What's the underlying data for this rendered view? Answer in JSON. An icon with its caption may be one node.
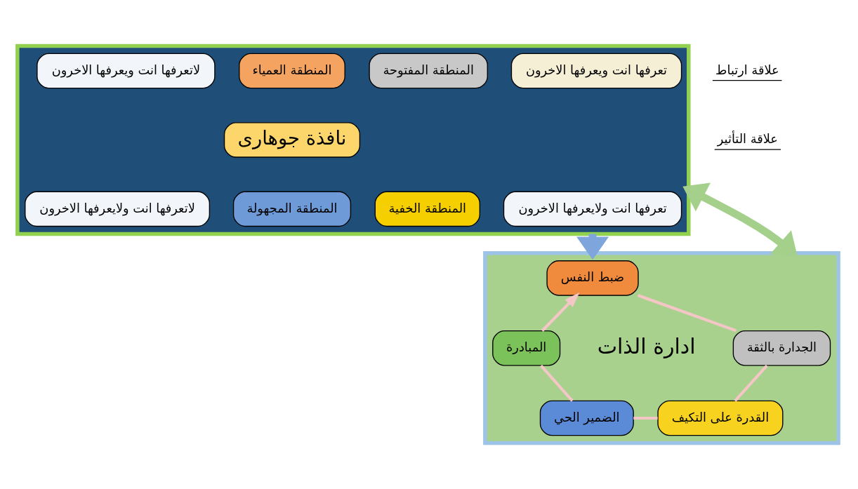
{
  "diagram": {
    "nodes": [
      {
        "text": [],
        "shape": "box"
      },
      {
        "text": [
          "لاتعرفها انت ويعرفها الاخرون"
        ],
        "in": 0
      },
      {
        "text": [
          "المنطقة العمياء"
        ],
        "in": 0
      },
      {
        "text": [
          "المنطقة المفتوحة"
        ],
        "in": 0
      },
      {
        "text": [
          "تعرفها انت ويعرفها الاخرون"
        ],
        "in": 0
      },
      {
        "text": [
          "نافذة جوهارى"
        ],
        "in": 0
      },
      {
        "text": [
          "لاتعرفها انت ولايعرفها الاخرون"
        ],
        "in": 0
      },
      {
        "text": [
          "المنطقة المجهولة"
        ],
        "in": 0
      },
      {
        "text": [
          "المنطقة الخفية"
        ],
        "in": 0
      },
      {
        "text": [
          "تعرفها انت ولايعرفها الاخرون"
        ],
        "in": 0
      },
      {
        "text": [],
        "shape": "box"
      },
      {
        "text": [
          "ضبط النفس"
        ],
        "in": 10
      },
      {
        "text": [
          "المبادرة"
        ],
        "in": 10
      },
      {
        "text": [
          "ادارة الذات"
        ],
        "in": 10
      },
      {
        "text": [
          "الجدارة بالثقة"
        ],
        "in": 10
      },
      {
        "text": [
          "الضمير الحي"
        ],
        "in": 10
      },
      {
        "text": [
          "القدرة على التكيف"
        ],
        "in": 10
      }
    ],
    "edges": [
      {
        "from": 0,
        "to": 10,
        "arrow": "to",
        "style": "thick",
        "color": "#7ea6dc"
      },
      {
        "from": 10,
        "to": 0,
        "arrow": "both",
        "style": "thick",
        "color": "#a4d08c"
      },
      {
        "from": 12,
        "to": 11,
        "arrow": "to"
      },
      {
        "from": 11,
        "to": 14,
        "arrow": "none"
      },
      {
        "from": 14,
        "to": 16,
        "arrow": "none"
      },
      {
        "from": 16,
        "to": 15,
        "arrow": "none"
      },
      {
        "from": 15,
        "to": 12,
        "arrow": "none"
      }
    ],
    "legend": [
      {
        "text": "علاقة ارتباط"
      },
      {
        "text": "علاقة التأثير"
      }
    ]
  }
}
